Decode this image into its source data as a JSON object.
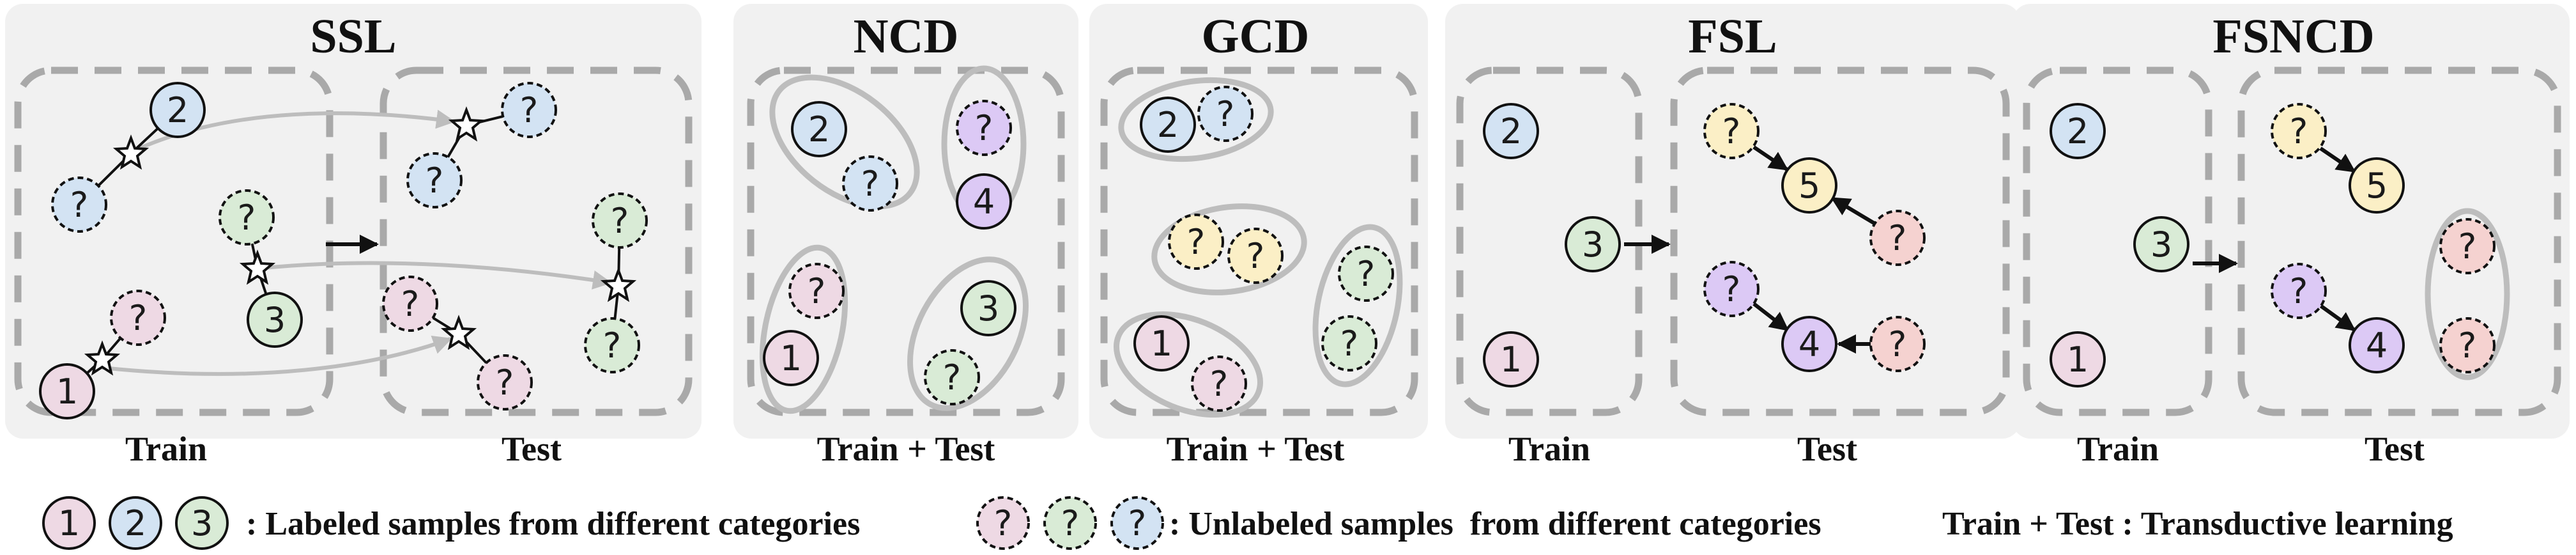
{
  "colors": {
    "panel_bg": "#f1f1f1",
    "dashed_border": "#a9a9a9",
    "category_1": "#eed9e4",
    "category_2": "#d3e3f3",
    "category_3": "#d9ebd6",
    "category_4": "#dcc9f5",
    "category_5": "#fbefc6",
    "category_unknown_red": "#f5d2d0",
    "category_unknown_yellow": "#fbefc6",
    "cluster_outline": "#bdbdbd",
    "arrow_light": "#bdbdbd",
    "arrow_dark": "#111111"
  },
  "panels": {
    "ssl": {
      "title": "SSL",
      "train_label": "Train",
      "test_label": "Test"
    },
    "ncd": {
      "title": "NCD",
      "label": "Train + Test"
    },
    "gcd": {
      "title": "GCD",
      "label": "Train + Test"
    },
    "fsl": {
      "title": "FSL",
      "train_label": "Train",
      "test_label": "Test"
    },
    "fsncd": {
      "title": "FSNCD",
      "train_label": "Train",
      "test_label": "Test"
    }
  },
  "sample_text": {
    "one": "1",
    "two": "2",
    "three": "3",
    "four": "4",
    "five": "5",
    "unknown": "?"
  },
  "legend": {
    "labeled_text": ": Labeled samples from different categories",
    "unlabeled_text": ": Unlabeled samples  from different categories",
    "transductive_text": "Train + Test : Transductive learning",
    "labeled_samples": [
      "1",
      "2",
      "3"
    ],
    "unlabeled_samples": [
      "?",
      "?",
      "?"
    ]
  }
}
